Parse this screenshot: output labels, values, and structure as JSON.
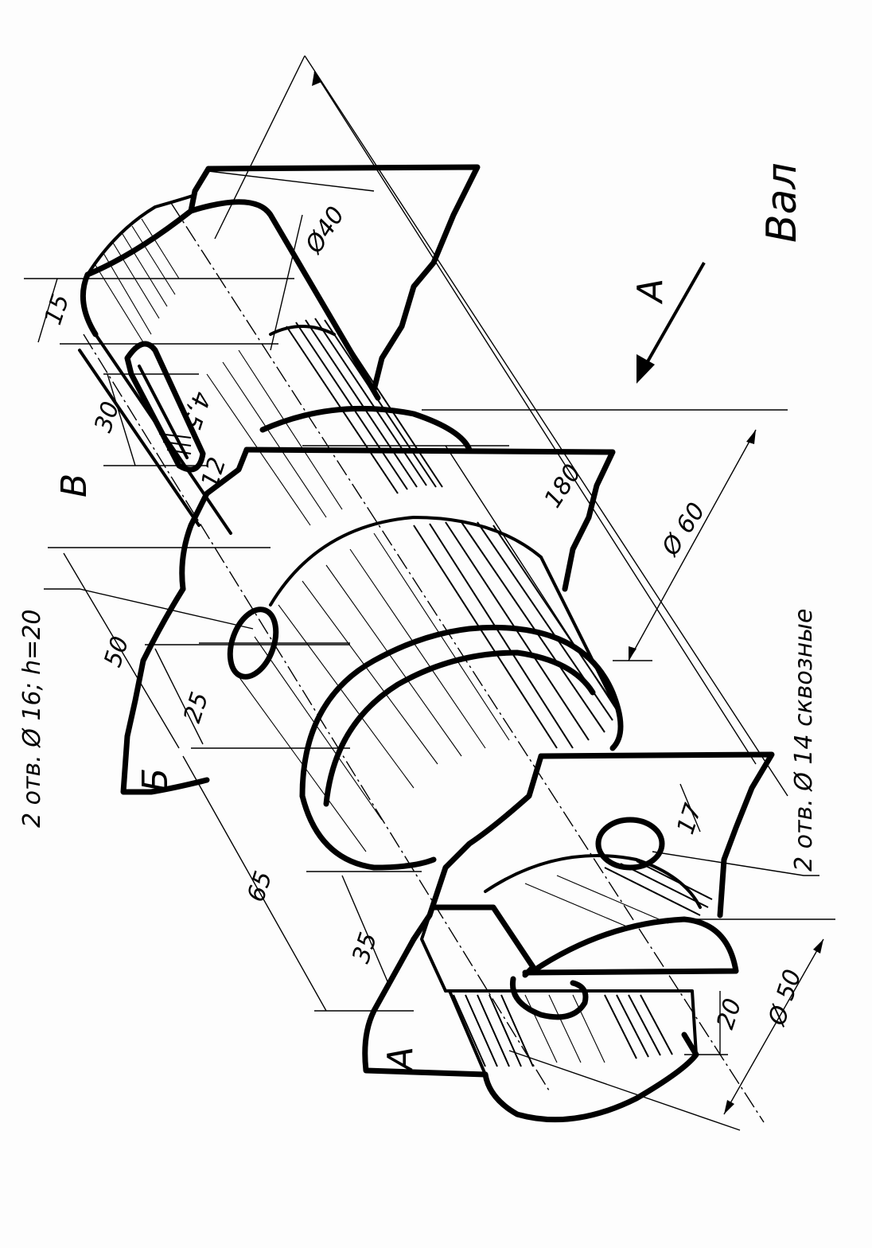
{
  "drawing_title": "Вал",
  "view_arrow_label": "А",
  "section_labels": {
    "a": "А",
    "b": "Б",
    "v": "В"
  },
  "notes": {
    "holes_16": "2 отв. Ø 16; h=20",
    "holes_14": "2 отв.  Ø 14 сквозные"
  },
  "dimensions": {
    "d15": "15",
    "d30": "30",
    "d4_5": "4,5",
    "d12": "12",
    "d40": "Ø40",
    "d180": "180",
    "d60": "Ø 60",
    "d50_len": "50",
    "d25": "25",
    "d65": "65",
    "d35": "35",
    "d17": "17",
    "d20": "20",
    "d50_dia": "Ø 50"
  }
}
